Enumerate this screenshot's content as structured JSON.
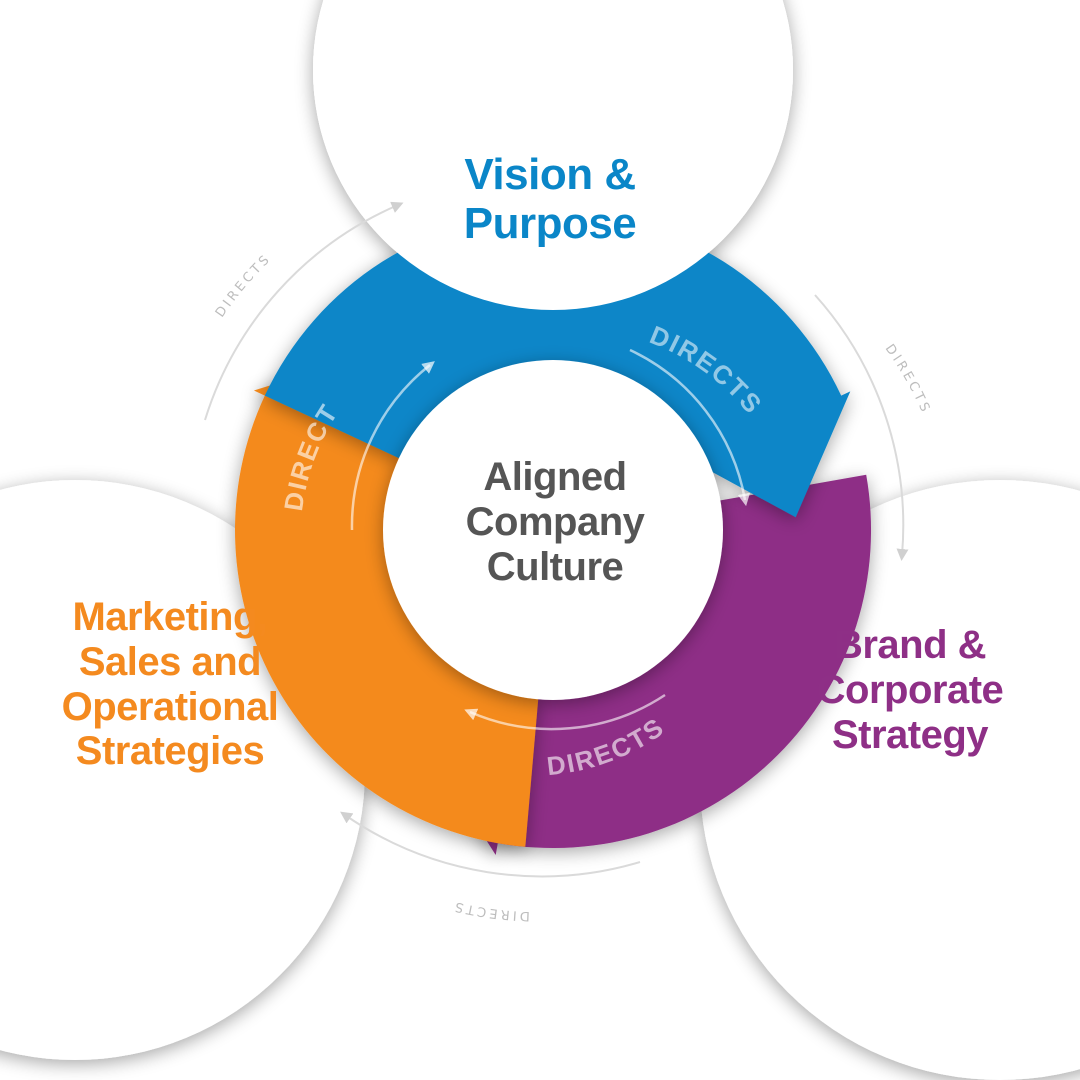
{
  "colors": {
    "blue": "#0a86c8",
    "purple": "#8e2f86",
    "orange": "#f48a1f",
    "center_text": "#555555",
    "outer_arrow": "#d4d4d4"
  },
  "center": {
    "lines": [
      "Aligned",
      "Company",
      "Culture"
    ]
  },
  "nodes": {
    "vision": {
      "lines": [
        "Vision &",
        "Purpose"
      ]
    },
    "brand": {
      "lines": [
        "Brand &",
        "Corporate",
        "Strategy"
      ]
    },
    "marketing": {
      "lines": [
        "Marketing,",
        "Sales and",
        "Operational",
        "Strategies"
      ]
    }
  },
  "arrows": {
    "blue_label": "DIRECTS",
    "purple_label": "DIRECTS",
    "orange_label": "DIRECTS"
  },
  "outer_arrows": {
    "top_left_label": "DIRECTS",
    "right_label": "DIRECTS",
    "bottom_label": "DIRECTS"
  }
}
